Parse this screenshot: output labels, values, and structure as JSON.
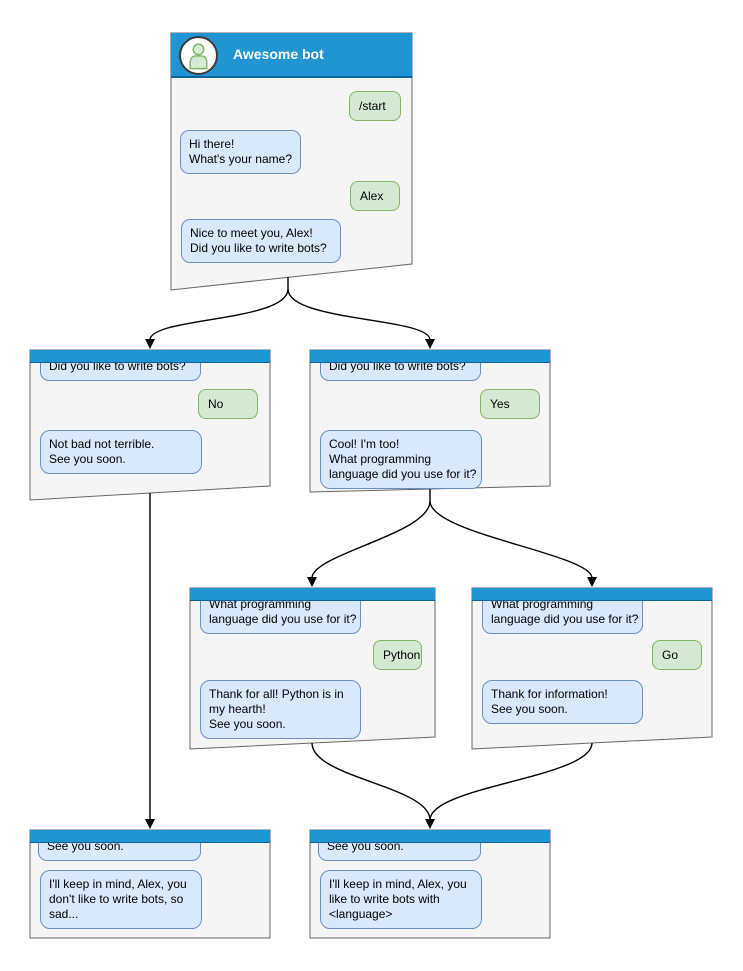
{
  "main_window": {
    "title": "Awesome bot",
    "messages": {
      "start_command": "/start",
      "greeting": "Hi there!\nWhat's your name?",
      "name_answer": "Alex",
      "meet_reply": "Nice to meet you, Alex!\nDid you like to write bots?"
    }
  },
  "branch_windows": {
    "no": {
      "question": "Did you like to write bots?",
      "answer": "No",
      "reply": "Not bad not terrible.\nSee you soon."
    },
    "yes": {
      "question": "Did you like to write bots?",
      "answer": "Yes",
      "reply": "Cool! I'm too!\nWhat programming\nlanguage did you use for it?"
    },
    "python": {
      "question": "What programming\nlanguage did you use for it?",
      "answer": "Python",
      "reply": "Thank for all! Python is in\nmy hearth!\nSee you soon."
    },
    "go": {
      "question": "What programming\nlanguage did you use for it?",
      "answer": "Go",
      "reply": "Thank for information!\nSee you soon."
    },
    "end_no": {
      "question": "See you soon.",
      "reply": "I'll keep in mind, Alex, you\ndon't like to write bots, so\nsad..."
    },
    "end_yes": {
      "question": "See you soon.",
      "reply": "I'll keep in mind, Alex, you\nlike to write bots with\n<language>"
    }
  },
  "colors": {
    "header_blue": "#2095d2",
    "header_border": "#0d639c",
    "window_bg": "#f5f5f5",
    "window_border": "#666666",
    "bot_bubble_bg": "#dae8fc",
    "bot_bubble_border": "#6c8ebf",
    "user_bubble_bg": "#d5e8d4",
    "user_bubble_border": "#82b366",
    "arrow": "#000000"
  }
}
